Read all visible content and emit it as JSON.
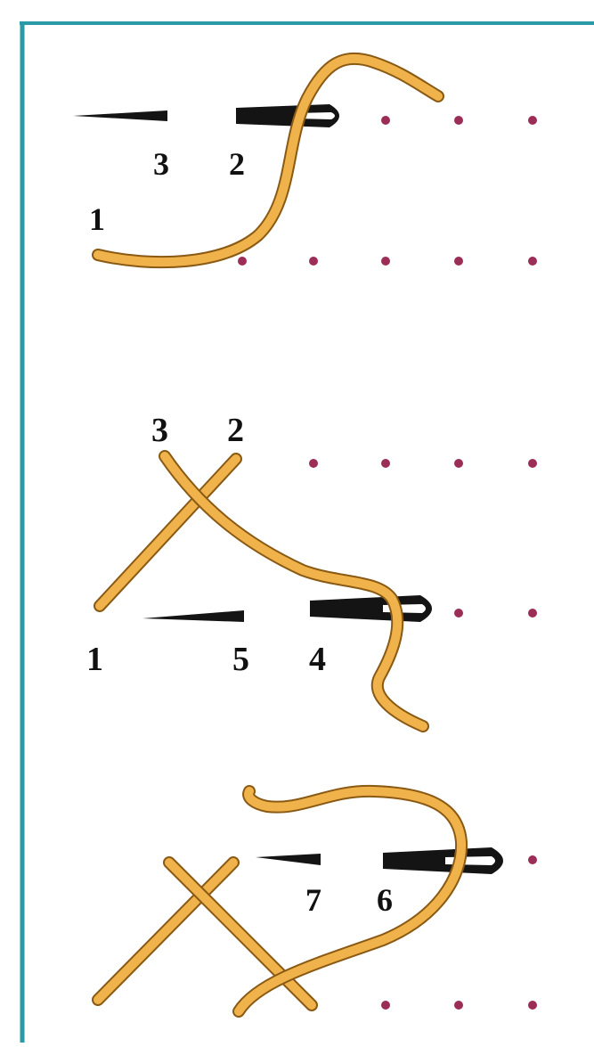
{
  "colors": {
    "frame": "#2a9aa6",
    "thread": "#f0b24a",
    "thread_outline": "#8a5a14",
    "needle": "#141414",
    "dot": "#9b2d57",
    "text": "#111111"
  },
  "panels": [
    {
      "labels": {
        "one": "1",
        "two": "2",
        "three": "3"
      },
      "icons": [
        "needle-icon",
        "thread-icon"
      ]
    },
    {
      "labels": {
        "one": "1",
        "two": "2",
        "three": "3",
        "four": "4",
        "five": "5"
      },
      "icons": [
        "needle-icon",
        "thread-icon"
      ]
    },
    {
      "labels": {
        "six": "6",
        "seven": "7"
      },
      "icons": [
        "needle-icon",
        "thread-icon"
      ]
    }
  ]
}
